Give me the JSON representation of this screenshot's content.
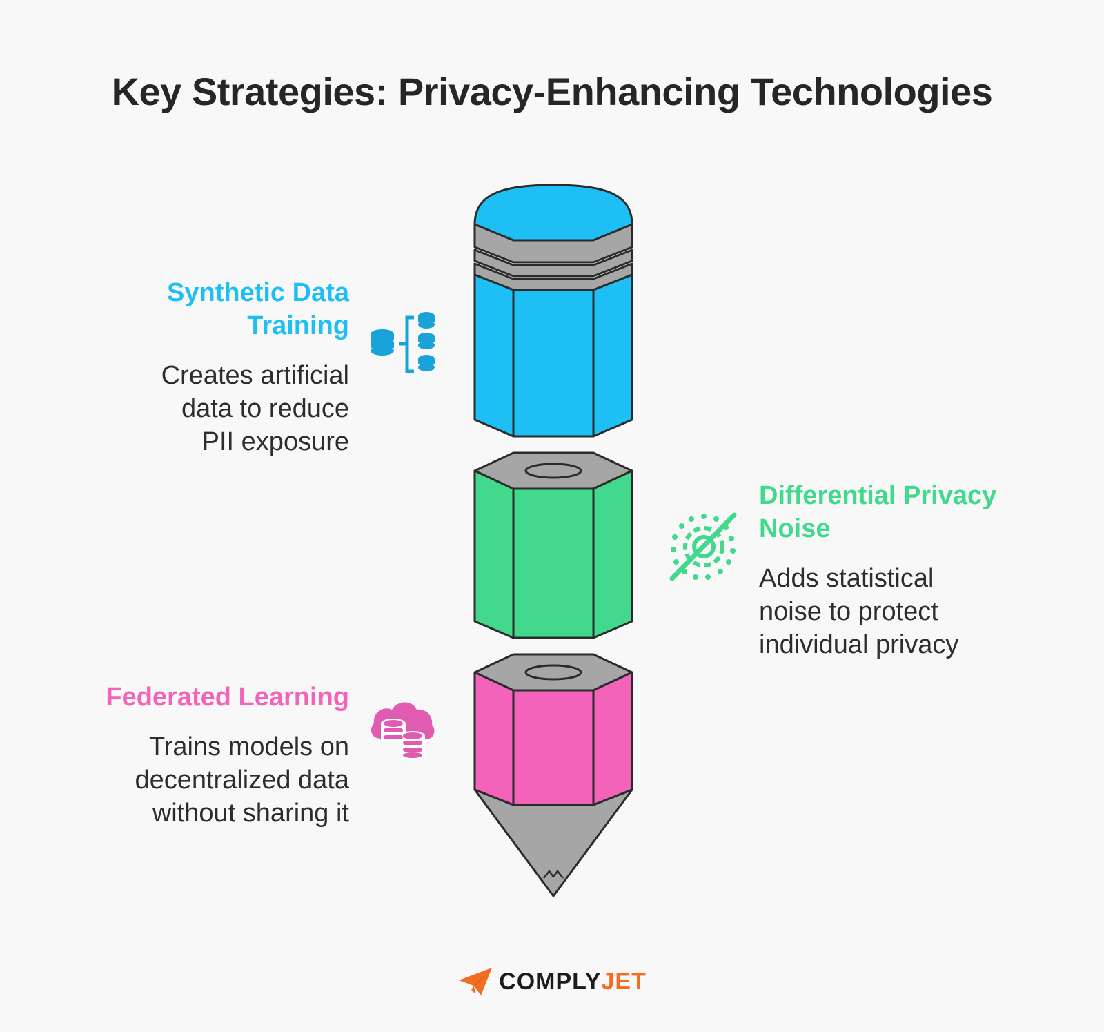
{
  "title": "Key Strategies: Privacy-Enhancing Technologies",
  "items": [
    {
      "heading": "Synthetic Data\nTraining",
      "description": "Creates artificial\ndata to reduce\nPII exposure",
      "color": "#1dbff5",
      "icon": "database-split-icon"
    },
    {
      "heading": "Differential Privacy\nNoise",
      "description": "Adds statistical\nnoise to protect\nindividual privacy",
      "color": "#42d98d",
      "icon": "noise-target-slash-icon"
    },
    {
      "heading": "Federated Learning",
      "description": "Trains models on\ndecentralized data\nwithout sharing it",
      "color": "#f263b9",
      "icon": "cloud-database-icon"
    }
  ],
  "brand": {
    "name_part1": "COMPLY",
    "name_part2": "JET",
    "accent": "#f36c21",
    "icon": "paper-plane-icon"
  }
}
